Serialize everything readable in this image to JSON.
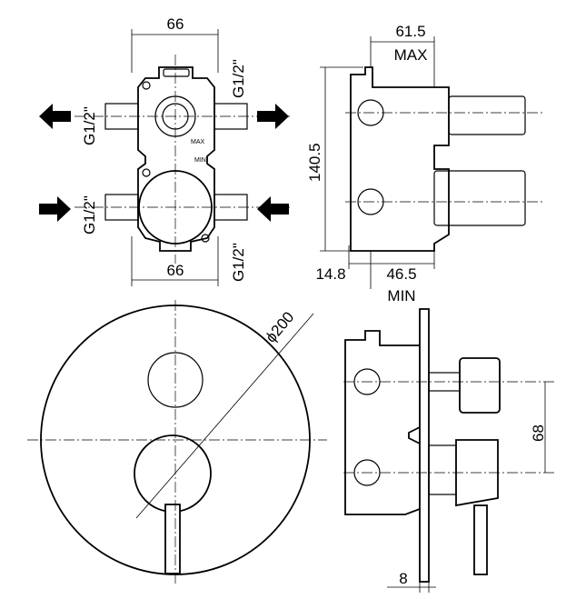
{
  "front_view": {
    "width_top": "66",
    "width_bottom": "66",
    "port_top_right": "G1/2\"",
    "port_bottom_right": "G1/2\"",
    "port_top_left": "G1/2\"",
    "port_bottom_left": "G1/2\"",
    "label_max": "MAX",
    "label_min": "MIN"
  },
  "side_view": {
    "depth_max": "61.5",
    "label_max": "MAX",
    "height": "140.5",
    "offset": "14.8",
    "depth_min": "46.5",
    "label_min": "MIN"
  },
  "plate_view": {
    "diameter": "ϕ200"
  },
  "assembly_view": {
    "spacing": "68",
    "plate_thickness": "8"
  }
}
